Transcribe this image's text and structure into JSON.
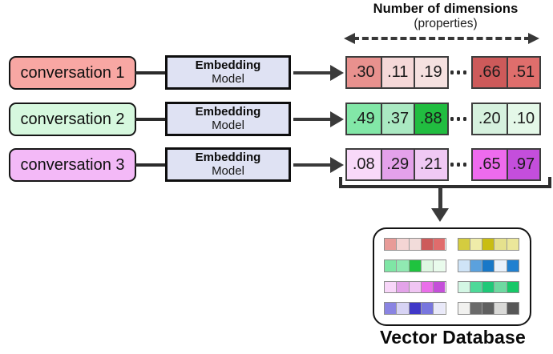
{
  "header": {
    "title": "Number of dimensions",
    "subtitle": "(properties)"
  },
  "embedding": {
    "line1": "Embedding",
    "line2": "Model"
  },
  "rows": [
    {
      "conversation": {
        "label": "conversation 1",
        "color": "#F8A7A3"
      },
      "cells_head": [
        {
          "value": ".30",
          "color": "#E8918E"
        },
        {
          "value": ".11",
          "color": "#F5D8D8"
        },
        {
          "value": ".19",
          "color": "#F5E1E0"
        }
      ],
      "cells_tail": [
        {
          "value": ".66",
          "color": "#CD5A5A"
        },
        {
          "value": ".51",
          "color": "#DF6E6C"
        }
      ]
    },
    {
      "conversation": {
        "label": "conversation 2",
        "color": "#D6F8DE"
      },
      "cells_head": [
        {
          "value": ".49",
          "color": "#82E7A7"
        },
        {
          "value": ".37",
          "color": "#AAE9C2"
        },
        {
          "value": ".88",
          "color": "#21BD40"
        }
      ],
      "cells_tail": [
        {
          "value": ".20",
          "color": "#D6F1DE"
        },
        {
          "value": ".10",
          "color": "#E4F8E8"
        }
      ]
    },
    {
      "conversation": {
        "label": "conversation 3",
        "color": "#F3B9F7"
      },
      "cells_head": [
        {
          "value": ".08",
          "color": "#F8D9F9"
        },
        {
          "value": ".29",
          "color": "#E4A1EA"
        },
        {
          "value": ".21",
          "color": "#F0C9F4"
        }
      ],
      "cells_tail": [
        {
          "value": ".65",
          "color": "#EE6BEE"
        },
        {
          "value": ".97",
          "color": "#C44EDC"
        }
      ]
    }
  ],
  "vector_database": {
    "label": "Vector Database",
    "mini_vectors": [
      {
        "name": "red-vector",
        "colors": [
          "#E89B98",
          "#F4D5D4",
          "#F2DCDA",
          "#CD5B5B",
          "#E06C6C"
        ]
      },
      {
        "name": "yellow-vector",
        "colors": [
          "#D4CC3F",
          "#EFECA9",
          "#C9BD12",
          "#E5E18D",
          "#EBE79A"
        ]
      },
      {
        "name": "green-vector",
        "colors": [
          "#7FE6A5",
          "#90E9B2",
          "#1FC33F",
          "#DFF7E2",
          "#E9FBEC"
        ]
      },
      {
        "name": "blue-vector",
        "colors": [
          "#CFE4F7",
          "#5BA1DD",
          "#1878C8",
          "#E9F1FB",
          "#2080D0"
        ]
      },
      {
        "name": "magenta-vector",
        "colors": [
          "#F8D6F9",
          "#E3A3E9",
          "#F0C5F3",
          "#EA6FE9",
          "#C44FD9"
        ]
      },
      {
        "name": "teal-vector",
        "colors": [
          "#D3F6E4",
          "#4ED999",
          "#1FC878",
          "#6ED9A1",
          "#17C868"
        ]
      },
      {
        "name": "violet-vector",
        "colors": [
          "#8A84E2",
          "#D7D3F4",
          "#4038C8",
          "#7876DE",
          "#E9E9F9"
        ]
      },
      {
        "name": "gray-vector",
        "colors": [
          "#F1F1EF",
          "#6A6A6A",
          "#5F5F5F",
          "#D9D9D7",
          "#575757"
        ]
      }
    ]
  }
}
